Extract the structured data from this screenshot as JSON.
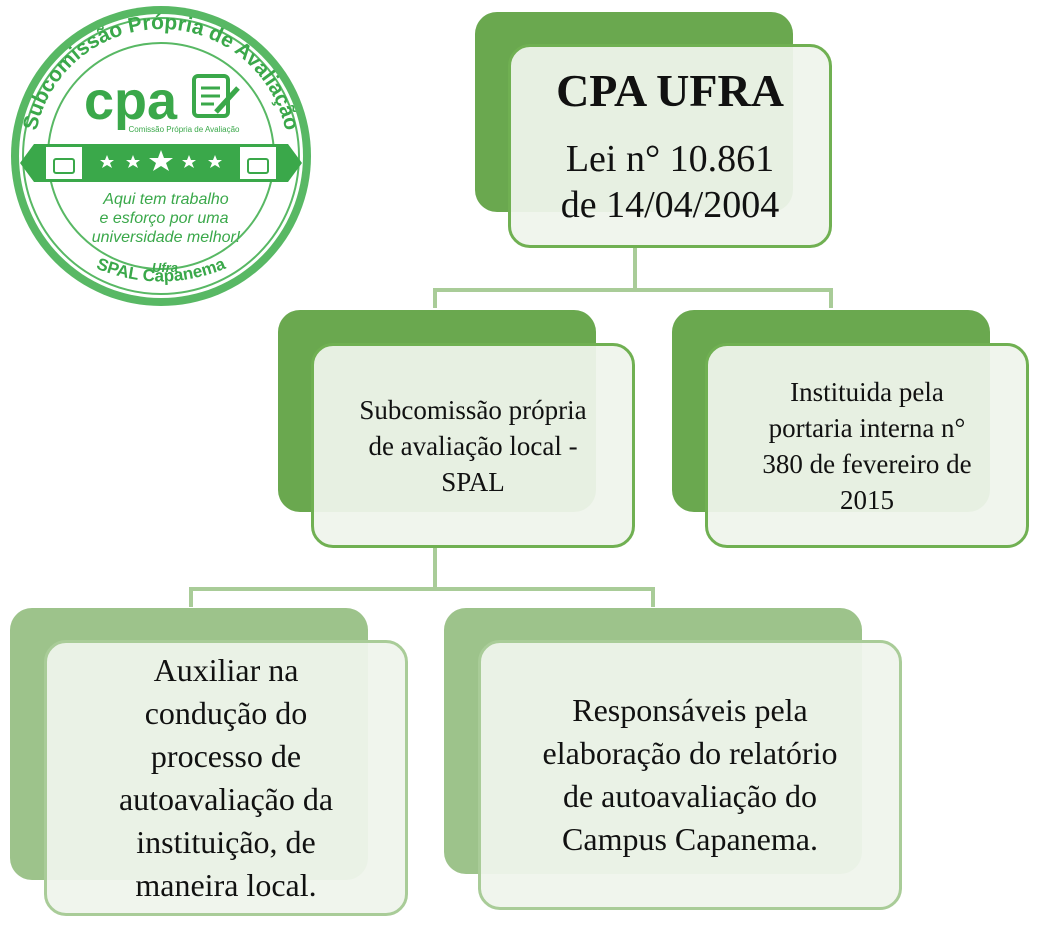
{
  "seal": {
    "ring_text": "Subcomissão Própria de Avaliação",
    "logo_text": "cpa",
    "logo_subtitle": "Comissão Própria de Avaliação",
    "slogan": [
      "Aqui tem trabalho",
      "e esforço por uma",
      "universidade melhor!"
    ],
    "ufra_label": "Ufra",
    "bottom_text": "SPAL Capanema",
    "colors": {
      "green": "#3aa84a",
      "ring": "#58b864"
    }
  },
  "diagram": {
    "root": {
      "title": "CPA UFRA",
      "lines": [
        "Lei n° 10.861",
        "de 14/04/2004"
      ]
    },
    "left_mid": {
      "lines": [
        "Subcomissão própria",
        "de avaliação local -",
        "SPAL"
      ]
    },
    "right_mid": {
      "lines": [
        "Instituida pela",
        "portaria interna n°",
        "380 de fevereiro de",
        "2015"
      ]
    },
    "bottom_left": {
      "lines": [
        "Auxiliar na",
        "condução do",
        "processo de",
        "autoavaliação da",
        "instituição, de",
        "maneira local."
      ]
    },
    "bottom_right": {
      "lines": [
        "Responsáveis pela",
        "elaboração do relatório",
        "de autoavaliação do",
        "Campus Capanema."
      ]
    },
    "colors": {
      "dark_green": "#6aa84f",
      "light_green": "#9dc38b",
      "box_fill": "#eff4ec"
    }
  }
}
